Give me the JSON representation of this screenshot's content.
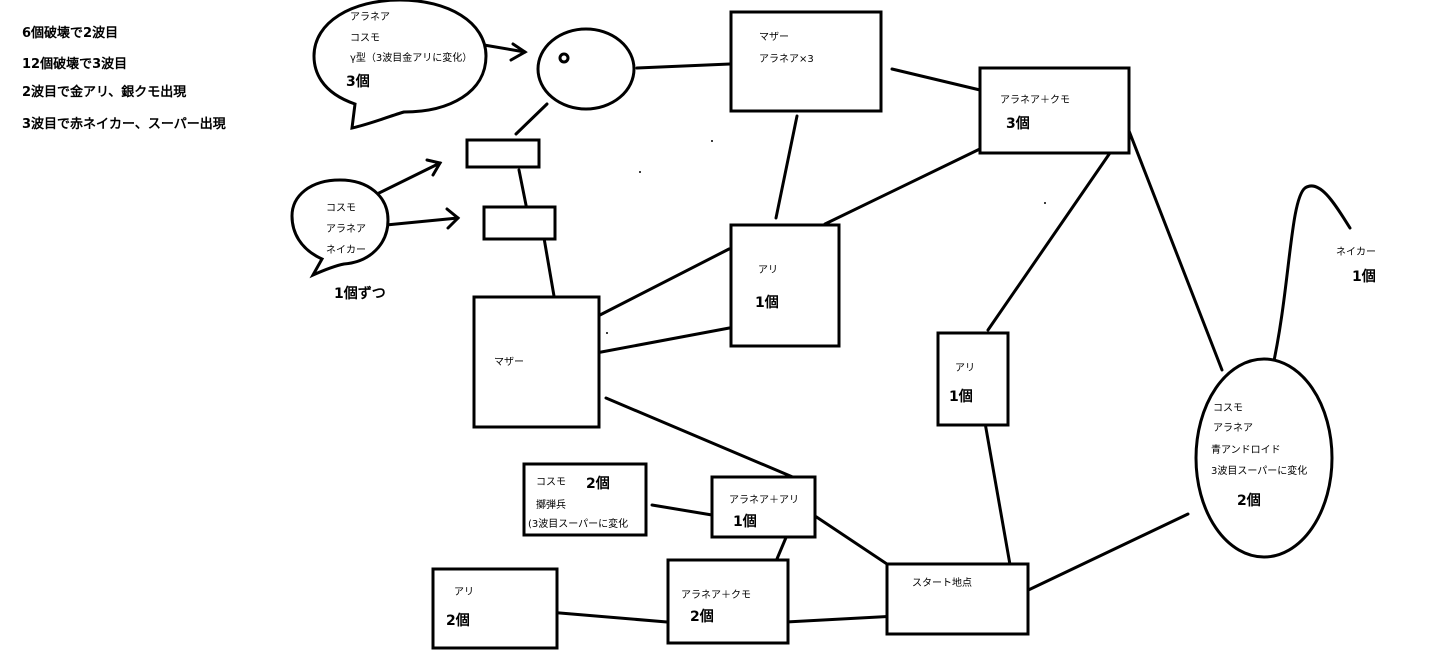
{
  "notes": {
    "line1": "6個破壊で2波目",
    "line2": "12個破壊で3波目",
    "line3": "2波目で金アリ、銀クモ出現",
    "line4": "3波目で赤ネイカー、スーパー出現"
  },
  "bubble_top": {
    "l1": "アラネア",
    "l2": "コスモ",
    "l3": "γ型（3波目金アリに変化）",
    "count": "3個"
  },
  "bubble_left": {
    "l1": "コスモ",
    "l2": "アラネア",
    "l3": "ネイカー",
    "count": "1個ずつ"
  },
  "mother_top": {
    "l1": "マザー",
    "l2": "アラネア×3"
  },
  "mother_left": {
    "l1": "マザー"
  },
  "aranea_kumo_top": {
    "l1": "アラネア＋クモ",
    "count": "3個"
  },
  "ari_center": {
    "l1": "アリ",
    "count": "1個"
  },
  "ari_right": {
    "l1": "アリ",
    "count": "1個"
  },
  "neikar": {
    "l1": "ネイカー",
    "count": "1個"
  },
  "oval_right": {
    "l1": "コスモ",
    "l2": "アラネア",
    "l3": "青アンドロイド",
    "l4": "3波目スーパーに変化",
    "count": "2個"
  },
  "cosmo_box": {
    "l1": "コスモ",
    "count": "2個",
    "l2": "擲弾兵",
    "l3": "(3波目スーパーに変化"
  },
  "aranea_ari": {
    "l1": "アラネア＋アリ",
    "count": "1個"
  },
  "ari_bottom": {
    "l1": "アリ",
    "count": "2個"
  },
  "aranea_kumo_bottom": {
    "l1": "アラネア＋クモ",
    "count": "2個"
  },
  "start": {
    "l1": "スタート地点"
  }
}
